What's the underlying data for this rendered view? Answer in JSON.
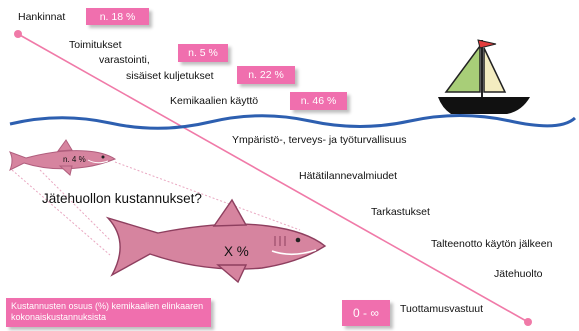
{
  "top_costs": [
    {
      "label": "Hankinnat",
      "percent": "n. 18 %"
    },
    {
      "label": "Toimitukset",
      "percent": ""
    },
    {
      "label": "varastointi,",
      "percent": "n. 5 %"
    },
    {
      "label": "sisäiset kuljetukset",
      "percent": "n. 22 %"
    },
    {
      "label": "Kemikaalien käyttö",
      "percent": "n. 46 %"
    }
  ],
  "hidden_costs": [
    "Ympäristö-, terveys- ja työturvallisuus",
    "Hätätilannevalmiudet",
    "Tarkastukset",
    "Talteenotto käytön jälkeen",
    "Jätehuolto",
    "Tuottamusvastuut"
  ],
  "small_shark_label": "n. 4 %",
  "waste_question": "Jätehuollon kustannukset?",
  "big_shark_label": "X %",
  "liability_box": "0 - ∞",
  "footnote": "Kustannusten osuus (%) kemikaalien elinkaaren kokonaiskustannuksista",
  "colors": {
    "accent": "#f06fae",
    "water": "#2d5fb0",
    "shark": "#d6849f",
    "sail": "#f3ecc0",
    "hull": "#111111"
  }
}
